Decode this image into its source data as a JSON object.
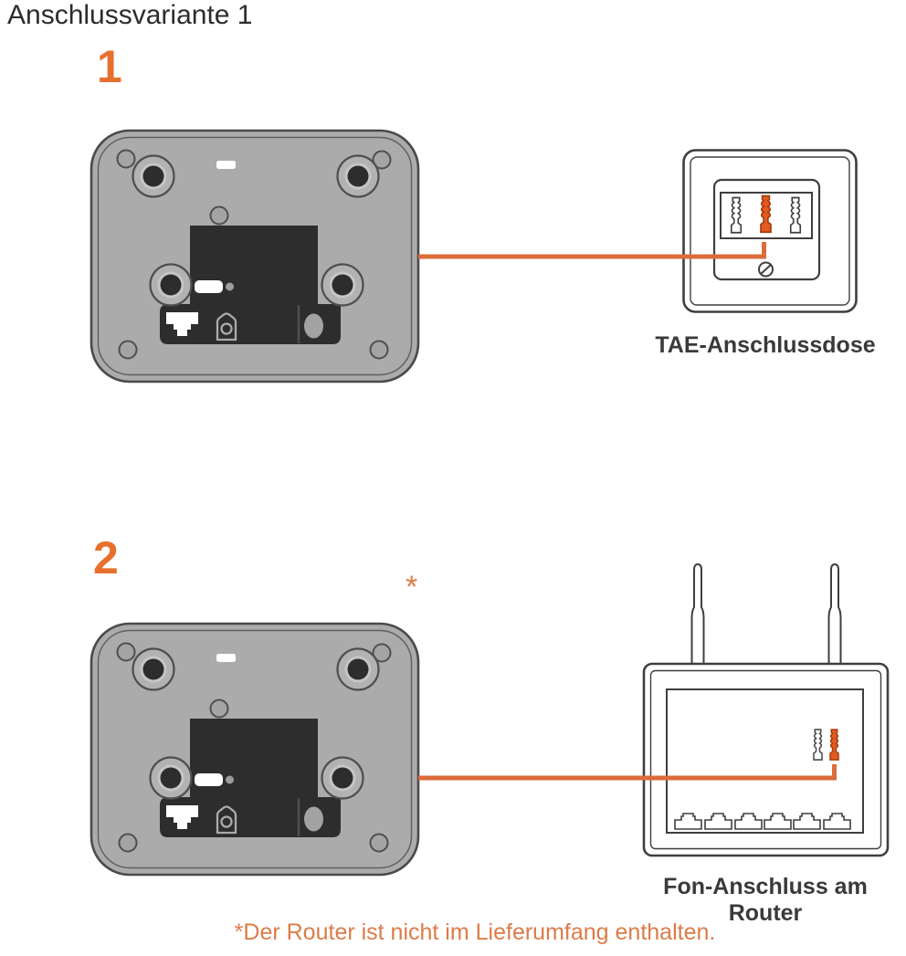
{
  "page": {
    "title": "Anschlussvariante 1"
  },
  "steps": [
    {
      "number": "1",
      "target_label": "TAE-Anschlussdose"
    },
    {
      "number": "2",
      "asterisk": "*",
      "target_label": "Fon-Anschluss am Router"
    }
  ],
  "footnote": "*Der Router ist nicht im Lieferumfang enthalten.",
  "colors": {
    "accent_orange": "#e45a1e",
    "cable_orange": "#dc6c3a",
    "number_orange": "#e8702f",
    "footnote_orange": "#dd7b48",
    "device_gray": "#ababab",
    "panel_dark": "#2d2d2d",
    "outline_dark": "#3f3f3f",
    "caption_text": "#3a3a3a",
    "title_text": "#2c2c2c"
  },
  "icons": {
    "device": "phone-base-bottom-view",
    "wall_socket": "tae-wall-socket",
    "router": "wifi-router-rear",
    "cable": "telephone-cable",
    "screw": "screw-head"
  }
}
